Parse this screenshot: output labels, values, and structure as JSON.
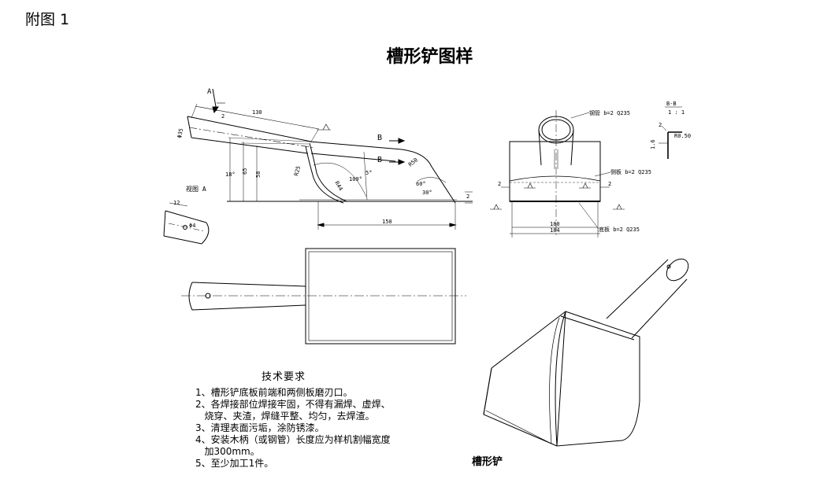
{
  "figure_label": "附图 1",
  "title": "槽形铲图样",
  "side_view": {
    "view_arrow_a": "A",
    "view_arrow_b_upper": "B",
    "view_arrow_b_lower": "B",
    "dim_handle_length": "130",
    "dim_handle_dia": "Φ35",
    "dim_handle_wall": "2",
    "dim_height_a": "18°",
    "dim_height_b": "65",
    "dim_height_c": "58",
    "dim_radius_a": "R25",
    "dim_radius_b": "R44",
    "dim_angle_a": "109°",
    "dim_angle_b": "5°",
    "dim_radius_c": "R50",
    "dim_angle_c": "60°",
    "dim_angle_d": "30°",
    "dim_tip": "2",
    "dim_base_length": "150"
  },
  "detail_a": {
    "label": "视图 A",
    "dim_a": "12",
    "dim_b": "Φ4"
  },
  "front_view": {
    "note_handle": "钢管 b=2 Q235",
    "note_side": "侧板 b=2 Q235",
    "note_bottom": "底板 b=2 Q235",
    "dim_left_gap": "2",
    "dim_right_gap": "2",
    "dim_inner_width": "180",
    "dim_outer_width": "184"
  },
  "section_bb": {
    "label": "B-B",
    "scale": "1 : 1",
    "dim_a": "2",
    "dim_b": "R0.50",
    "dim_c": "1.6"
  },
  "requirements": {
    "heading": "技术要求",
    "items": [
      "1、槽形铲底板前端和两侧板磨刃口。",
      "2、各焊接部位焊接牢固，不得有漏焊、虚焊、",
      "   烧穿、夹渣，焊缝平整、均匀，去焊渣。",
      "3、清理表面污垢，涂防锈漆。",
      "4、安装木柄（或钢管）长度应为样机割幅宽度",
      "   加300mm。",
      "5、至少加工1件。"
    ]
  },
  "isometric": {
    "caption": "槽形铲"
  }
}
